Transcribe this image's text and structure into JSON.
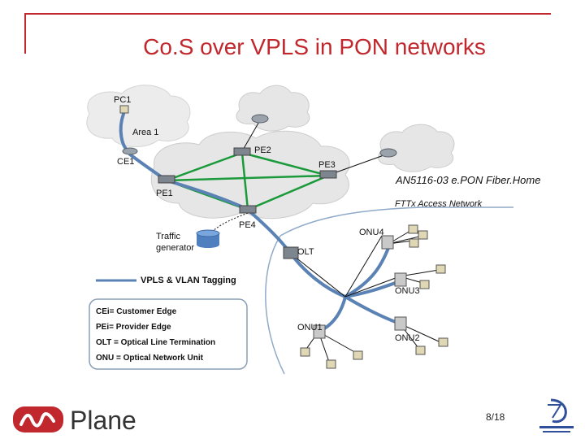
{
  "slide": {
    "title": "Co.S over VPLS in PON networks",
    "page": "8/18",
    "logo_text": "Plane",
    "accent_color": "#c0282d"
  },
  "diagram": {
    "pc1": "PC1",
    "area": "Area 1",
    "ce1": "CE1",
    "pe1": "PE1",
    "pe2": "PE2",
    "pe3": "PE3",
    "pe4": "PE4",
    "traffic_generator_line1": "Traffic",
    "traffic_generator_line2": "generator",
    "olt": "OLT",
    "onu1": "ONU1",
    "onu2": "ONU2",
    "onu3": "ONU3",
    "onu4": "ONU4",
    "fiberhome": "AN5116-03 e.PON Fiber.Home",
    "fttx": "FTTx Access Network",
    "vpls_tagging": "VPLS & VLAN Tagging"
  },
  "legend": {
    "items": [
      "CEi= Customer Edge",
      "PEi= Provider Edge",
      "OLT = Optical Line Termination",
      "ONU = Optical Network Unit"
    ]
  }
}
